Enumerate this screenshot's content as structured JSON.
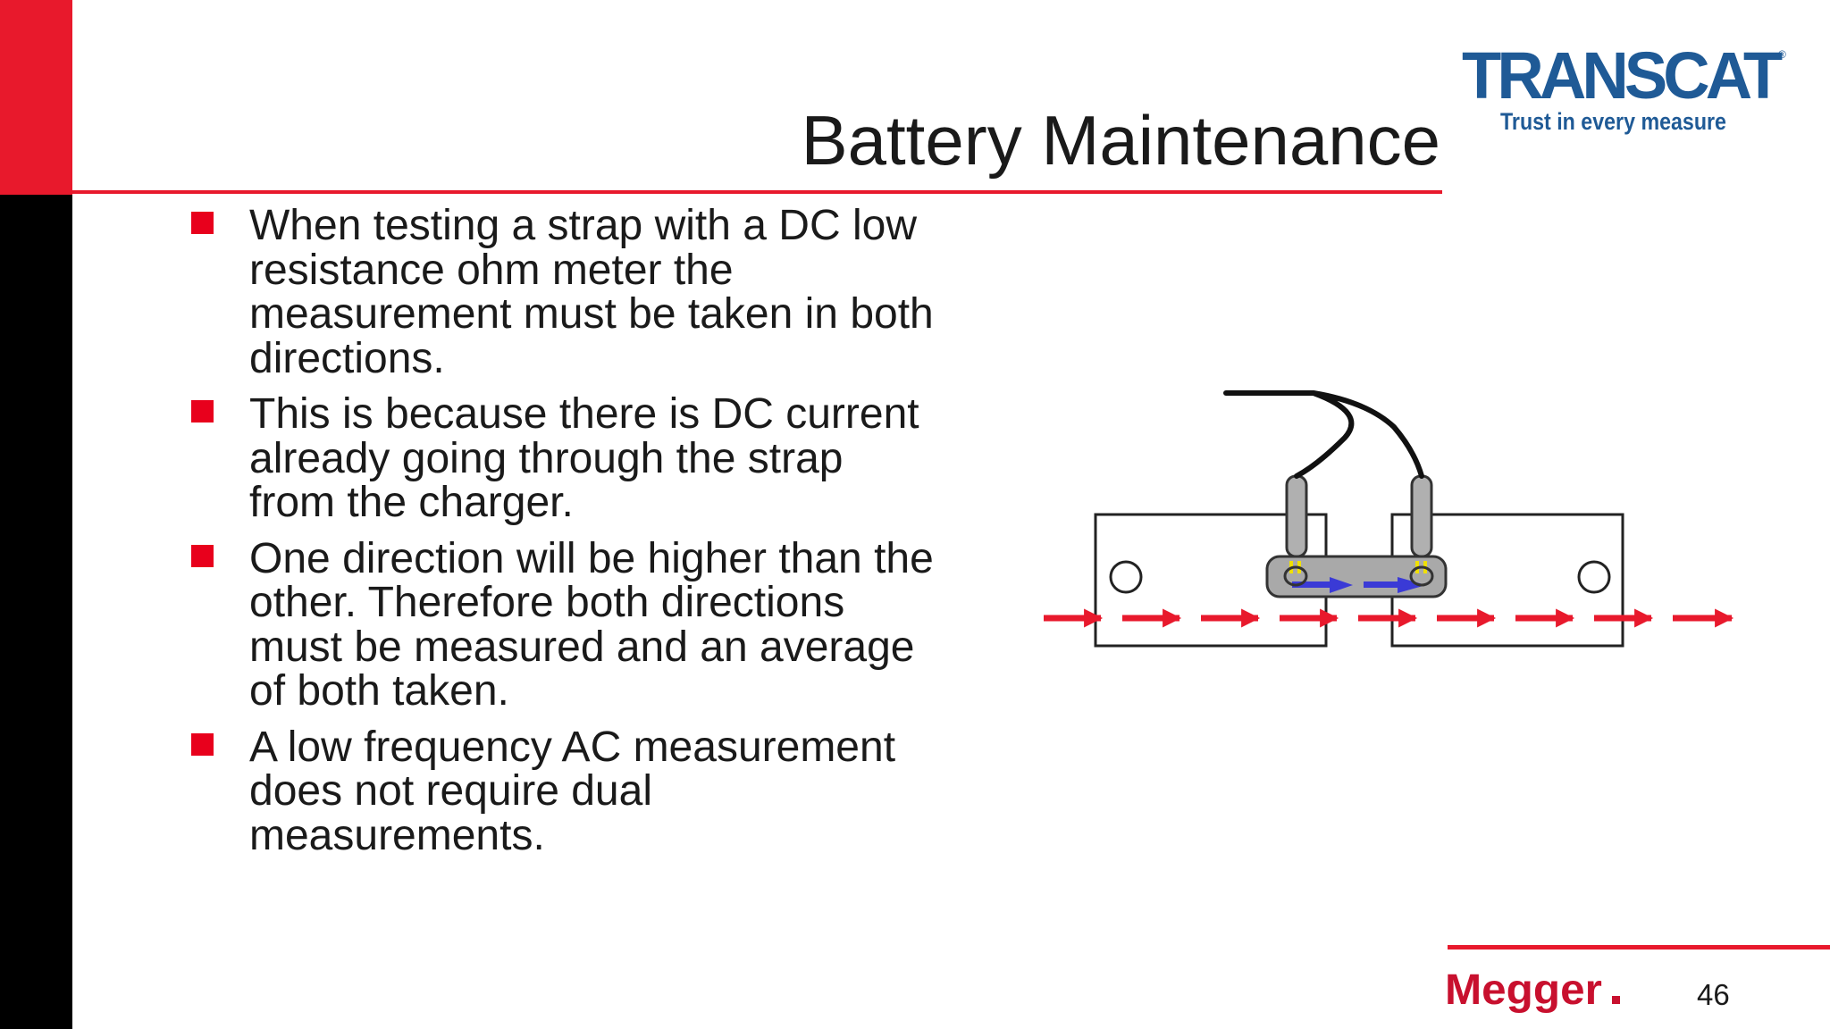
{
  "slide": {
    "title": "Battery Maintenance",
    "page_number": "46",
    "colors": {
      "accent_red": "#e8192c",
      "sidebar_black": "#000000",
      "arrow_red": "#e8192c",
      "arrow_blue": "#3a3ad6",
      "logo_blue": "#1f5a96"
    }
  },
  "logo": {
    "name": "TRANSCAT",
    "registered": "®",
    "tagline": "Trust in every measure"
  },
  "bullets": [
    {
      "text": "When testing a strap with a DC low\nresistance ohm meter the\nmeasurement must be taken in both\ndirections."
    },
    {
      "text": "This is because there is DC current\nalready going through the strap\nfrom the charger."
    },
    {
      "text": "One direction will be higher than the\nother. Therefore both directions\nmust be measured and an average\nof both taken."
    },
    {
      "text": "A low frequency AC measurement\ndoes not require dual\nmeasurements."
    }
  ],
  "footer": {
    "brand": "Megger"
  },
  "diagram": {
    "icons": [
      "battery-strap-diagram",
      "test-probe-icon",
      "current-arrow-icon"
    ]
  }
}
